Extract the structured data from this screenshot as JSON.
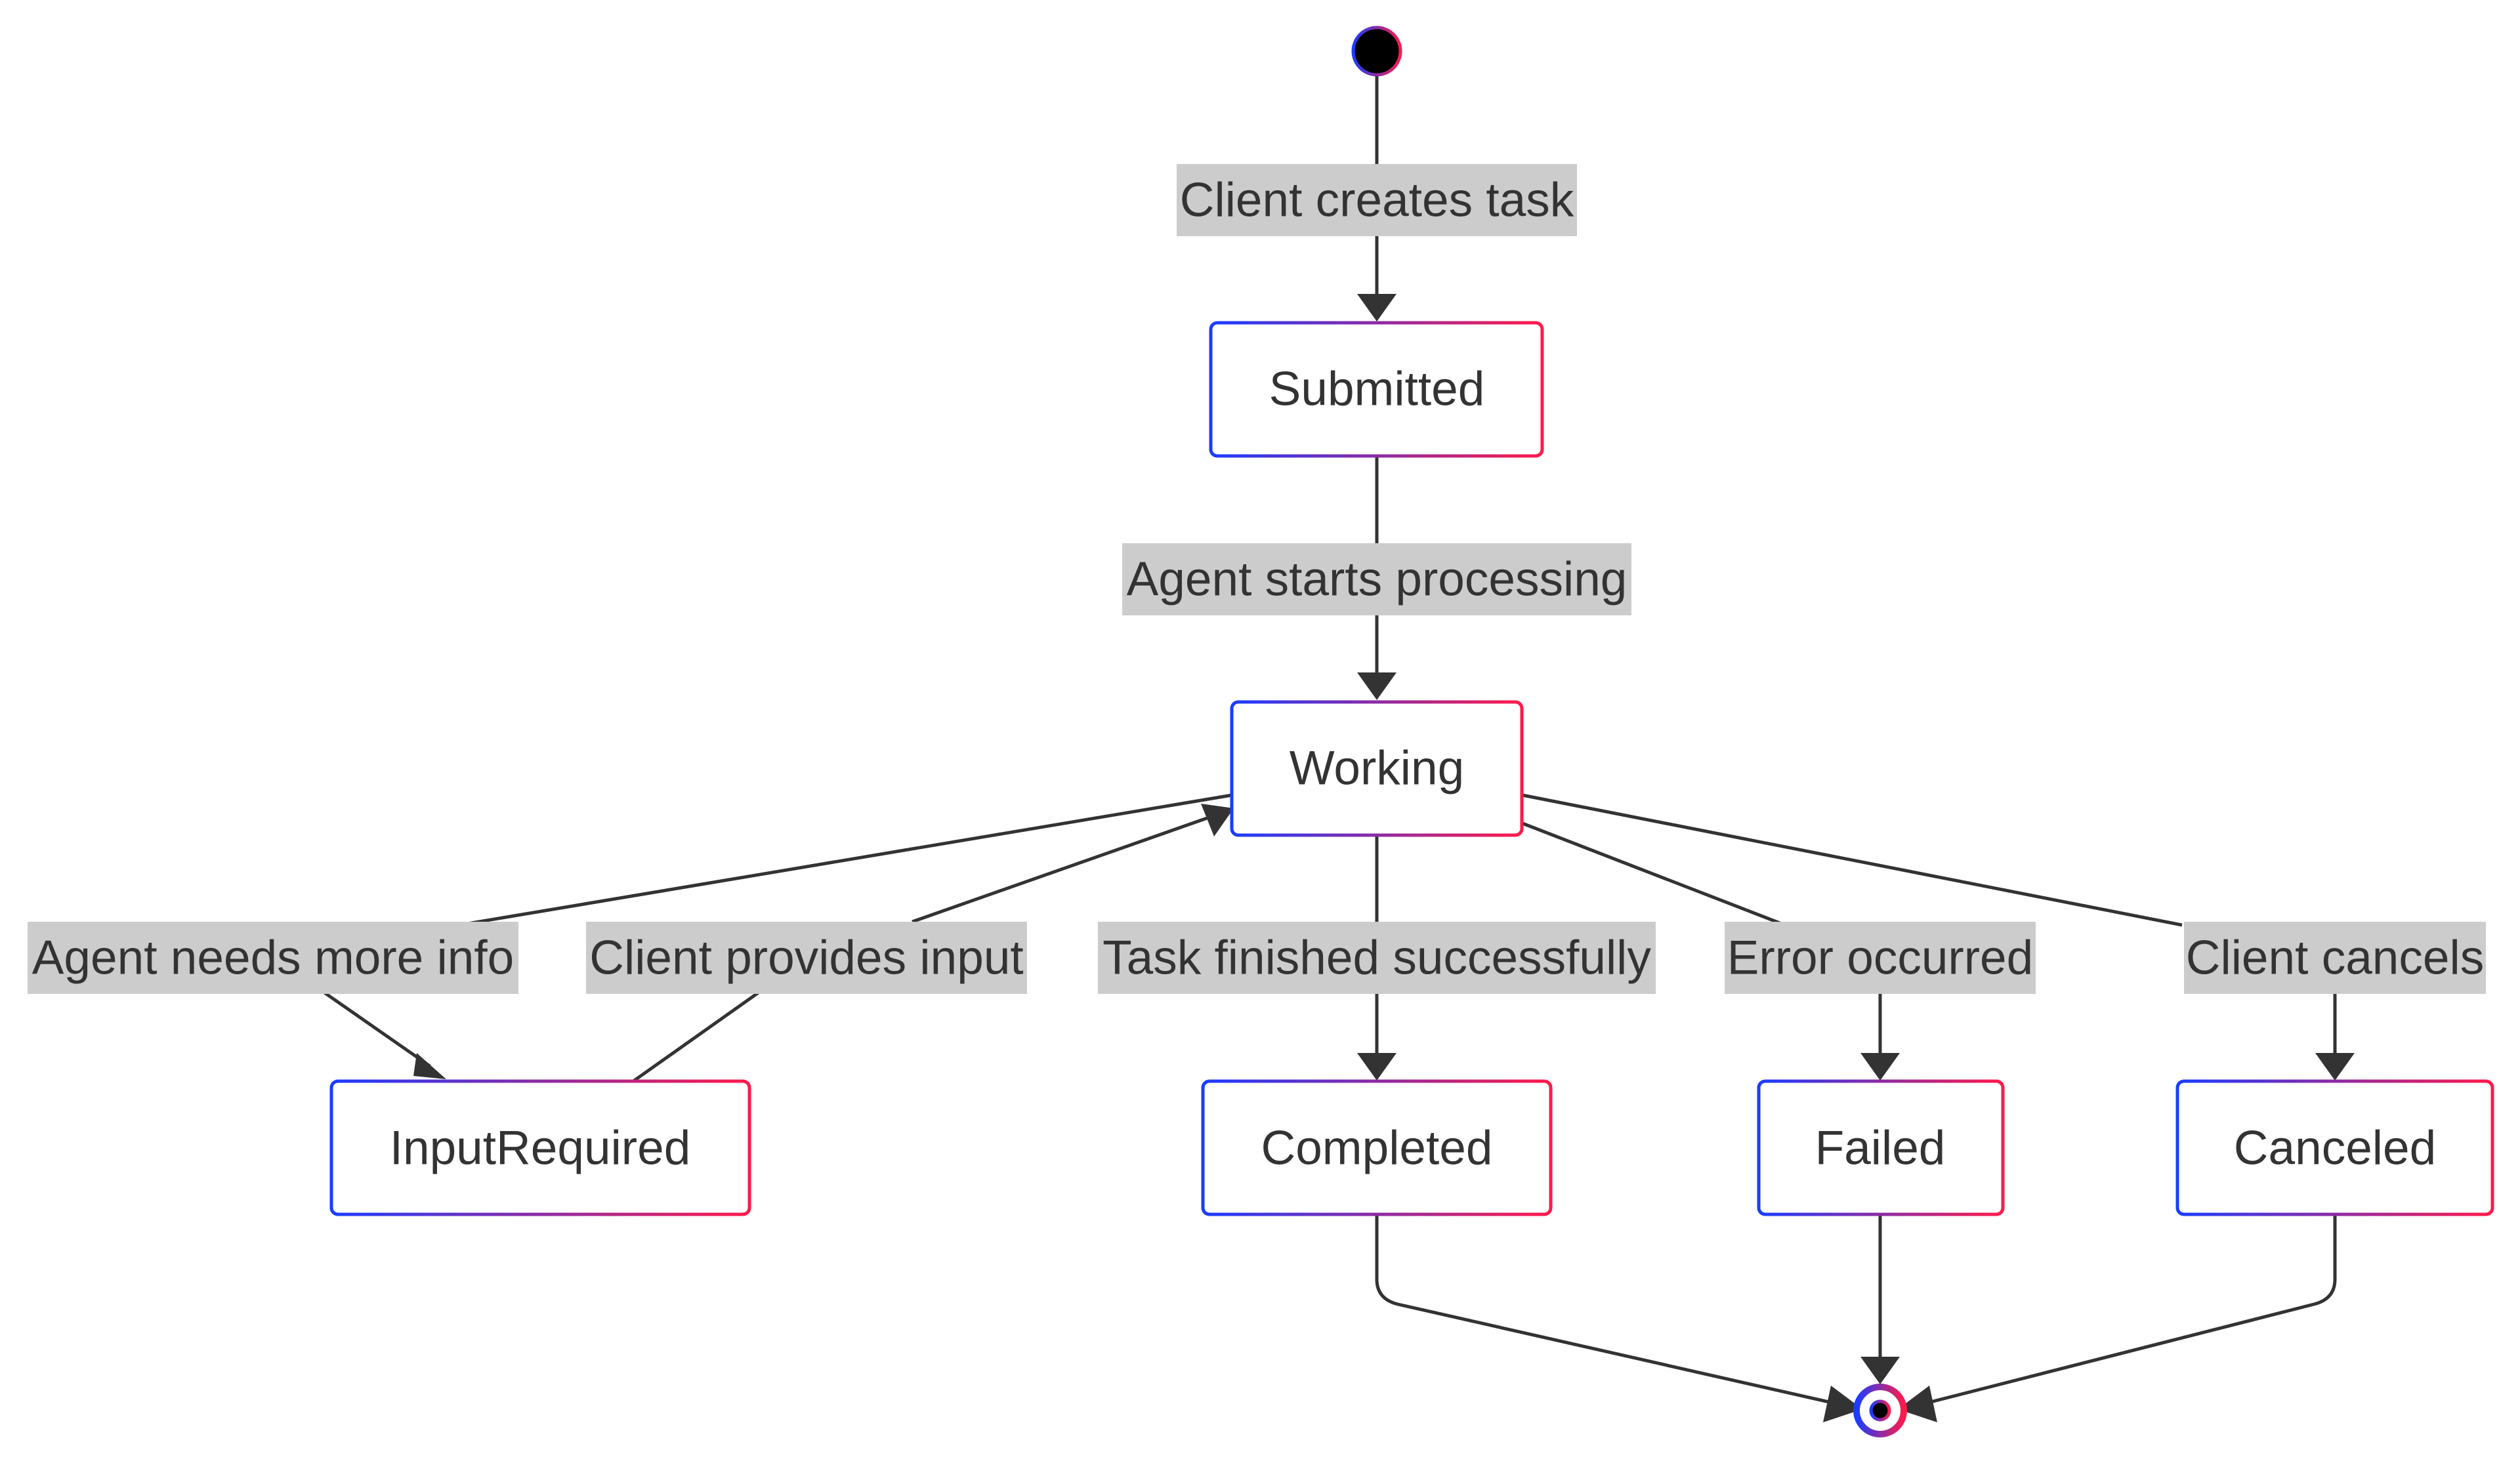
{
  "diagram": {
    "type": "state-diagram",
    "colors": {
      "node_border_start": "#1a3cff",
      "node_border_end": "#ff1a4a",
      "edge": "#333333",
      "edge_label_bg": "#cccccc",
      "text": "#333333",
      "start_fill": "#000000"
    },
    "states": {
      "submitted": "Submitted",
      "working": "Working",
      "input_required": "InputRequired",
      "completed": "Completed",
      "failed": "Failed",
      "canceled": "Canceled"
    },
    "transitions": {
      "client_creates_task": "Client creates task",
      "agent_starts_processing": "Agent starts processing",
      "agent_needs_more_info": "Agent needs more info",
      "client_provides_input": "Client provides input",
      "task_finished_successfully": "Task finished successfully",
      "error_occurred": "Error occurred",
      "client_cancels": "Client cancels"
    },
    "edges": [
      {
        "from": "start",
        "to": "submitted",
        "label": "client_creates_task"
      },
      {
        "from": "submitted",
        "to": "working",
        "label": "agent_starts_processing"
      },
      {
        "from": "working",
        "to": "input_required",
        "label": "agent_needs_more_info"
      },
      {
        "from": "input_required",
        "to": "working",
        "label": "client_provides_input"
      },
      {
        "from": "working",
        "to": "completed",
        "label": "task_finished_successfully"
      },
      {
        "from": "working",
        "to": "failed",
        "label": "error_occurred"
      },
      {
        "from": "working",
        "to": "canceled",
        "label": "client_cancels"
      },
      {
        "from": "completed",
        "to": "end",
        "label": null
      },
      {
        "from": "failed",
        "to": "end",
        "label": null
      },
      {
        "from": "canceled",
        "to": "end",
        "label": null
      }
    ]
  }
}
